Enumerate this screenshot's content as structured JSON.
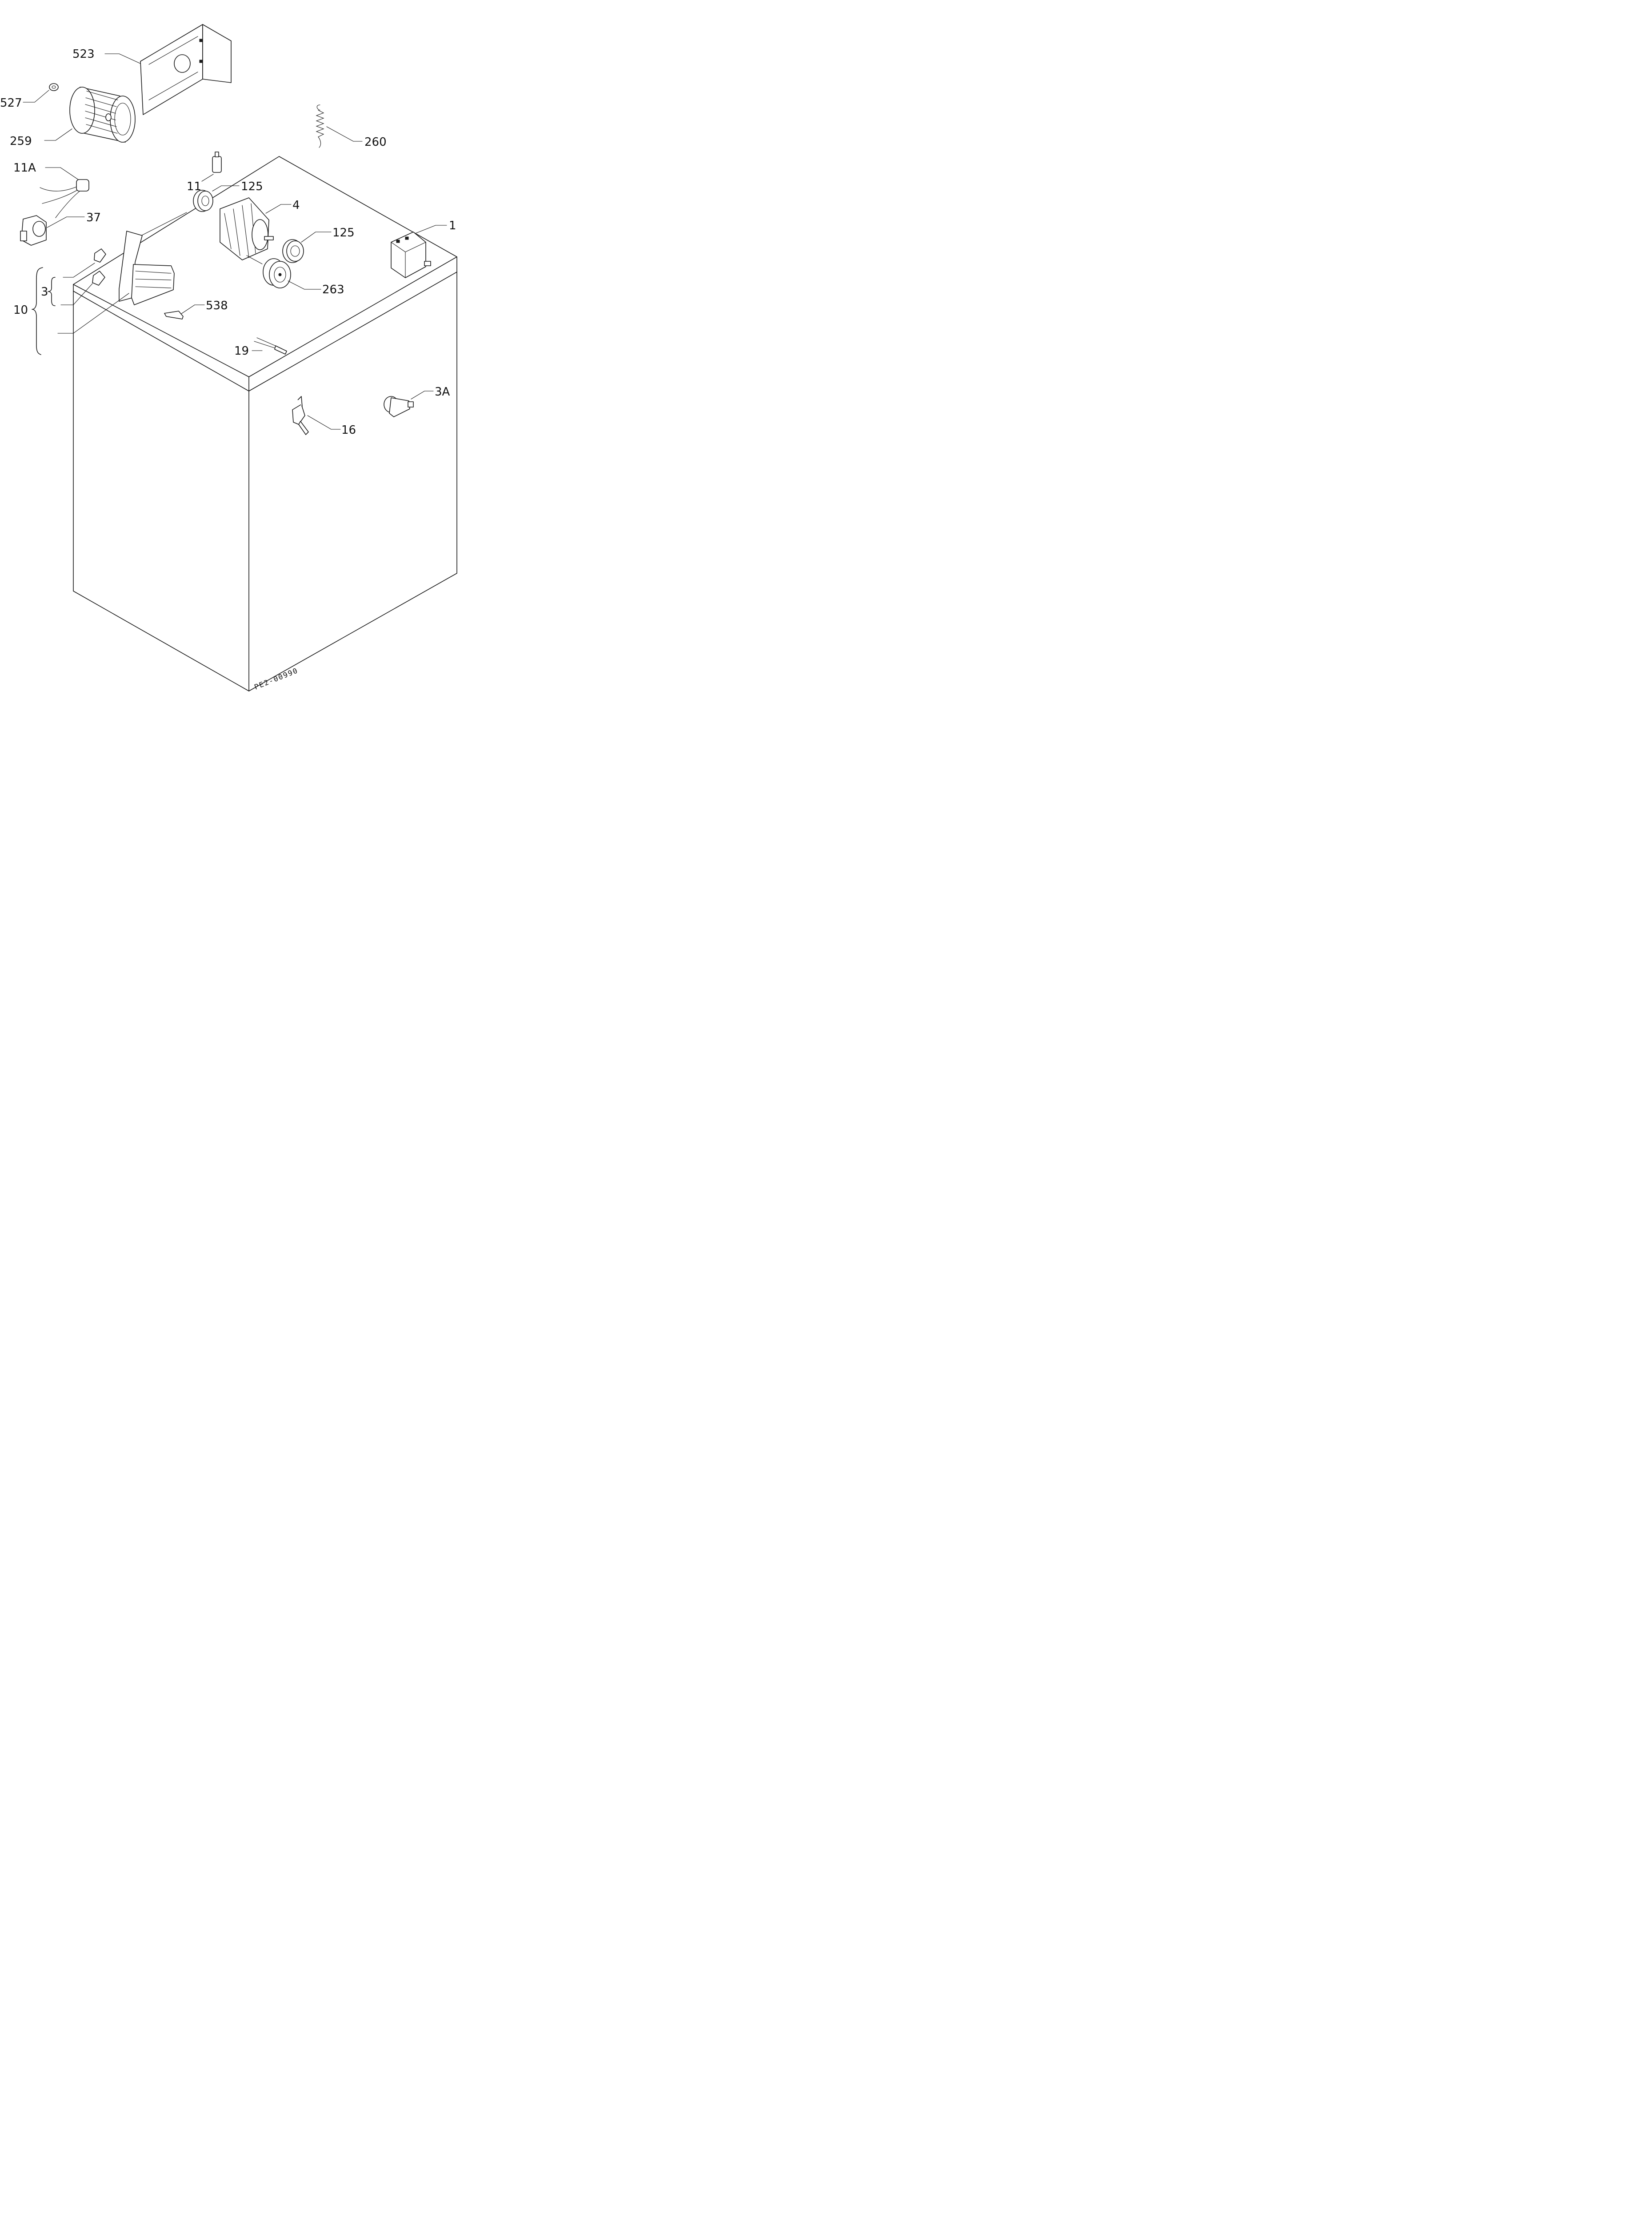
{
  "labels": {
    "p523": "523",
    "p527": "527",
    "p259": "259",
    "p260": "260",
    "p11A": "11A",
    "p11": "11",
    "p125_top": "125",
    "p4": "4",
    "p37": "37",
    "p125_right": "125",
    "p1": "1",
    "p3": "3",
    "p263": "263",
    "p10": "10",
    "p538": "538",
    "p19": "19",
    "p3A": "3A",
    "p16": "16"
  },
  "drawing_code": "PE2-00990"
}
